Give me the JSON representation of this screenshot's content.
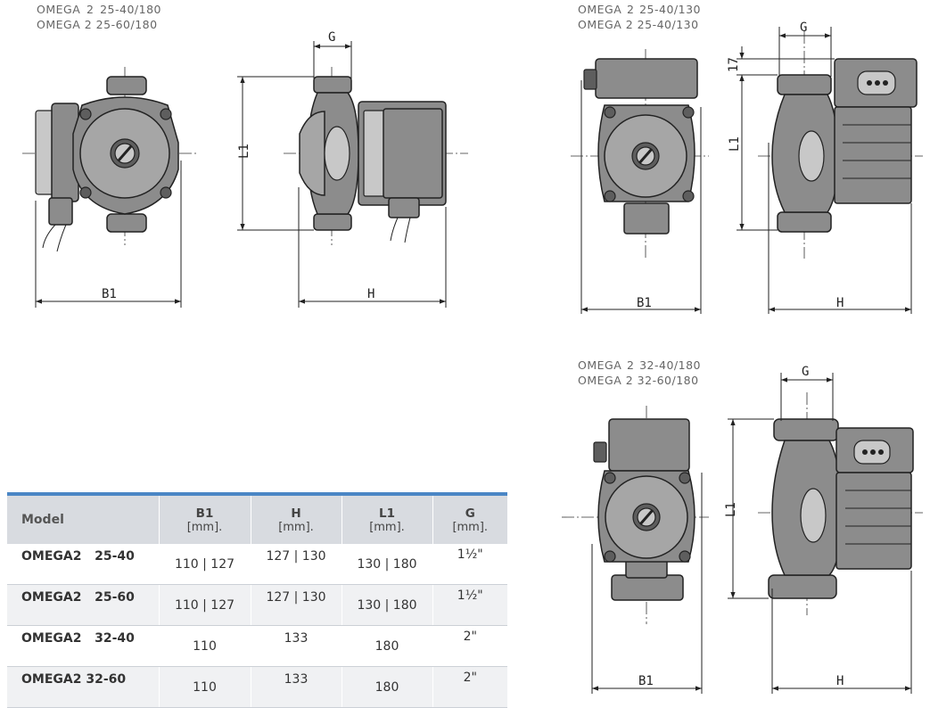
{
  "captions": {
    "top_left": "OMEGA 2 25-40/180 OMEGA 2 25-60/180",
    "top_right": "OMEGA 2 25-40/130 OMEGA 2 25-40/130",
    "bottom_right": "OMEGA 2 32-40/180 OMEGA 2 32-60/180"
  },
  "dims": {
    "b1": "B1",
    "h": "H",
    "l1": "L1",
    "g": "G",
    "seventeen": "17"
  },
  "table": {
    "headers": {
      "model": "Model",
      "b1": "B1",
      "b1_unit": "[mm].",
      "h": "H",
      "h_unit": "[mm].",
      "l1": "L1",
      "l1_unit": "[mm].",
      "g": "G",
      "g_unit": "[mm]."
    },
    "rows": [
      {
        "model": "OMEGA2   25-40",
        "b1": "110 | 127",
        "h": "127 | 130",
        "l1": "130 | 180",
        "g": "1½\""
      },
      {
        "model": "OMEGA2   25-60",
        "b1": "110 | 127",
        "h": "127 | 130",
        "l1": "130 | 180",
        "g": "1½\""
      },
      {
        "model": "OMEGA2   32-40",
        "b1": "110",
        "h": "133",
        "l1": "180",
        "g": "2\""
      },
      {
        "model": "OMEGA2 32-60",
        "b1": "110",
        "h": "133",
        "l1": "180",
        "g": "2\""
      }
    ]
  },
  "colors": {
    "table_header_bg": "#d8dbe0",
    "table_accent": "#4a86c5",
    "drawing_fill": "#8c8c8c",
    "drawing_stroke": "#222222"
  }
}
